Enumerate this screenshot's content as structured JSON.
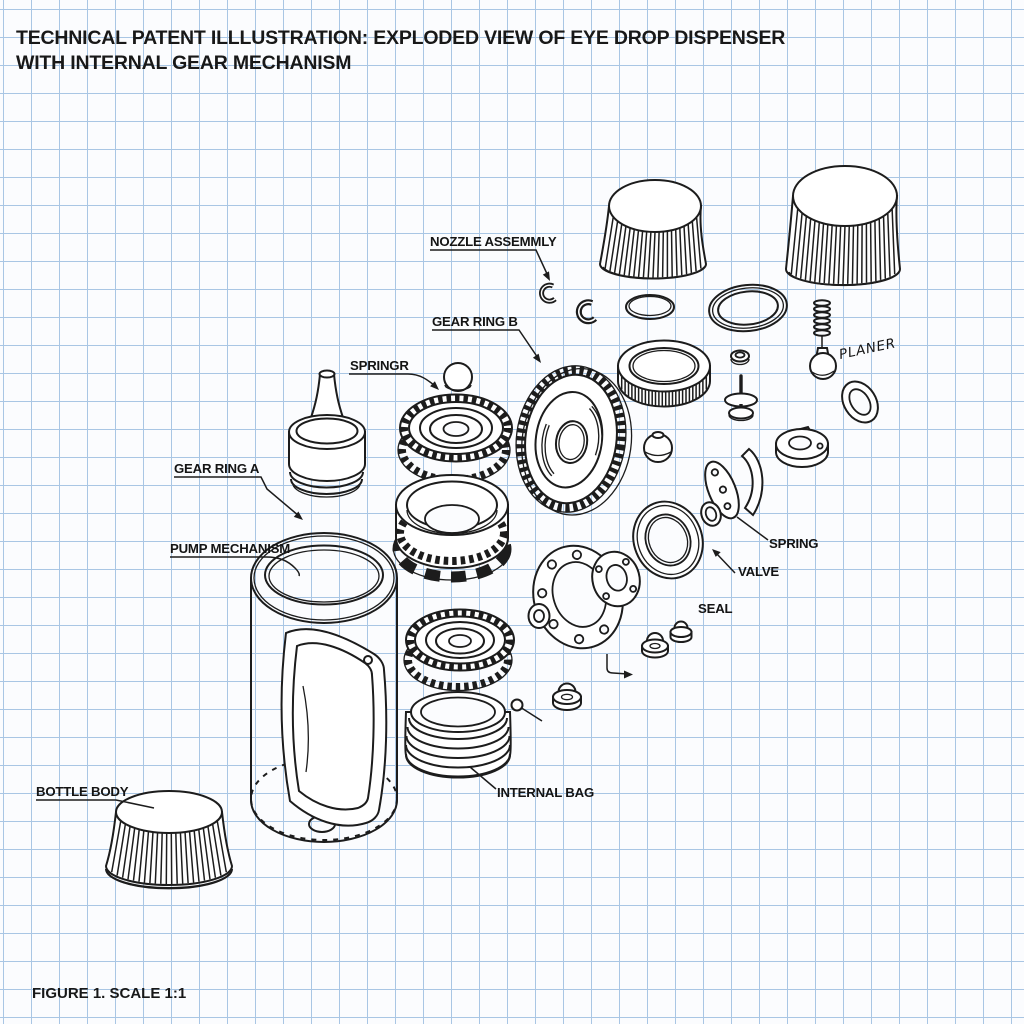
{
  "title": {
    "line1": "TECHNICAL PATENT ILLLUSTRATION: EXPLODED VIEW OF EYE DROP DISPENSER",
    "line2": "WITH INTERNAL GEAR MECHANISM"
  },
  "figure_caption": "FIGURE 1. SCALE 1:1",
  "part_labels": {
    "nozzle_assembly": "NOZZLE ASSEMMLY",
    "gear_ring_b": "GEAR RING B",
    "spring_top": "SPRINGR",
    "gear_ring_a": "GEAR RING A",
    "pump_mechanism": "PUMP MECHANISM",
    "bottle_body": "BOTTLE BODY",
    "internal_bag": "INTERNAL BAG",
    "spring_right": "SPRING",
    "valve": "VALVE",
    "seal": "SEAL",
    "plunger_note": "PLANER"
  },
  "colors": {
    "paper": "#fbfcfe",
    "grid_line": "#a9c6e4",
    "ink": "#1c1c1c"
  }
}
